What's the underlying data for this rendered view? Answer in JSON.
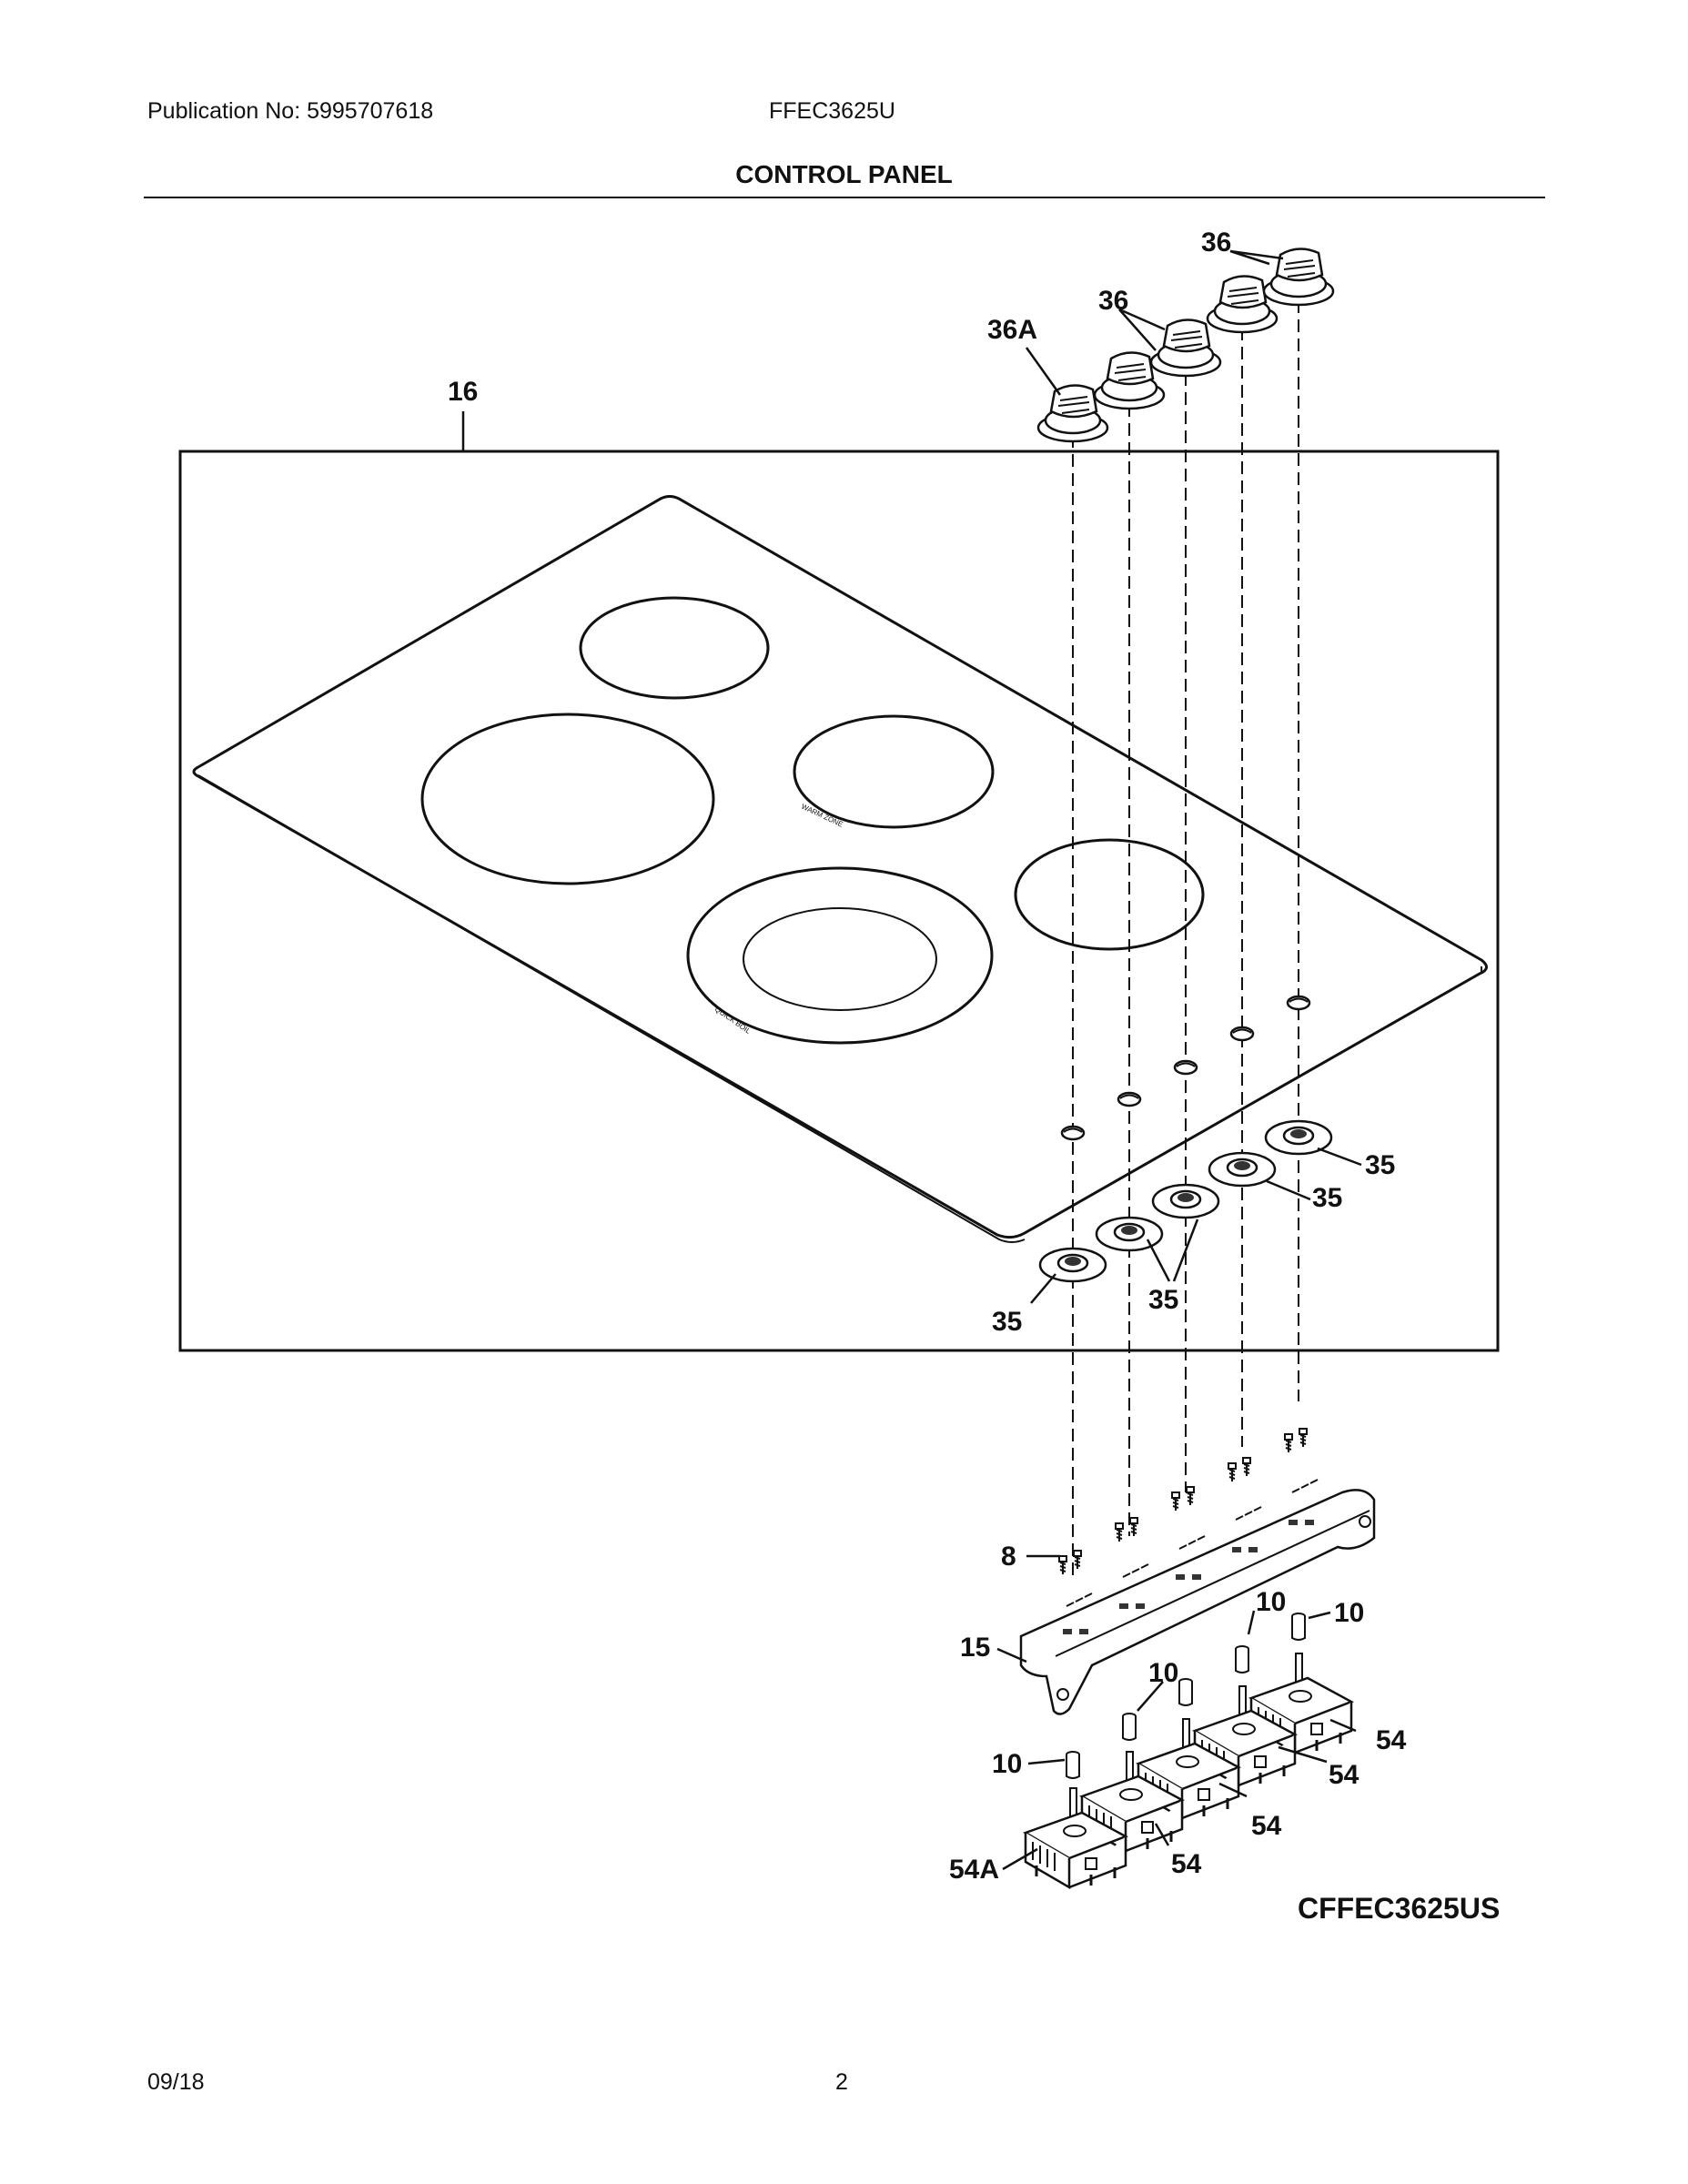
{
  "header": {
    "publication": "Publication No: 5995707618",
    "model": "FFEC3625U"
  },
  "title": "CONTROL PANEL",
  "footer": {
    "date": "09/18",
    "page": "2"
  },
  "diagram": {
    "model_code": "CFFEC3625US",
    "callouts": {
      "cooktop": "16",
      "knob_left": "36A",
      "knobs_mid": "36",
      "knobs_right": "36",
      "bezel_right_top": "35",
      "bezel_right_mid": "35",
      "bezel_center": "35",
      "bezel_left": "35",
      "screw": "8",
      "bracket": "15",
      "spacer_mid": "10",
      "spacer_right_a": "10",
      "spacer_right_b": "10",
      "spacer_left": "10",
      "switch_right_1": "54",
      "switch_right_2": "54",
      "switch_right_3": "54",
      "switch_center": "54",
      "switch_left": "54A"
    },
    "zone_text": {
      "warm_zone": "WARM ZONE",
      "quick_boil": "QUICK BOIL"
    }
  }
}
